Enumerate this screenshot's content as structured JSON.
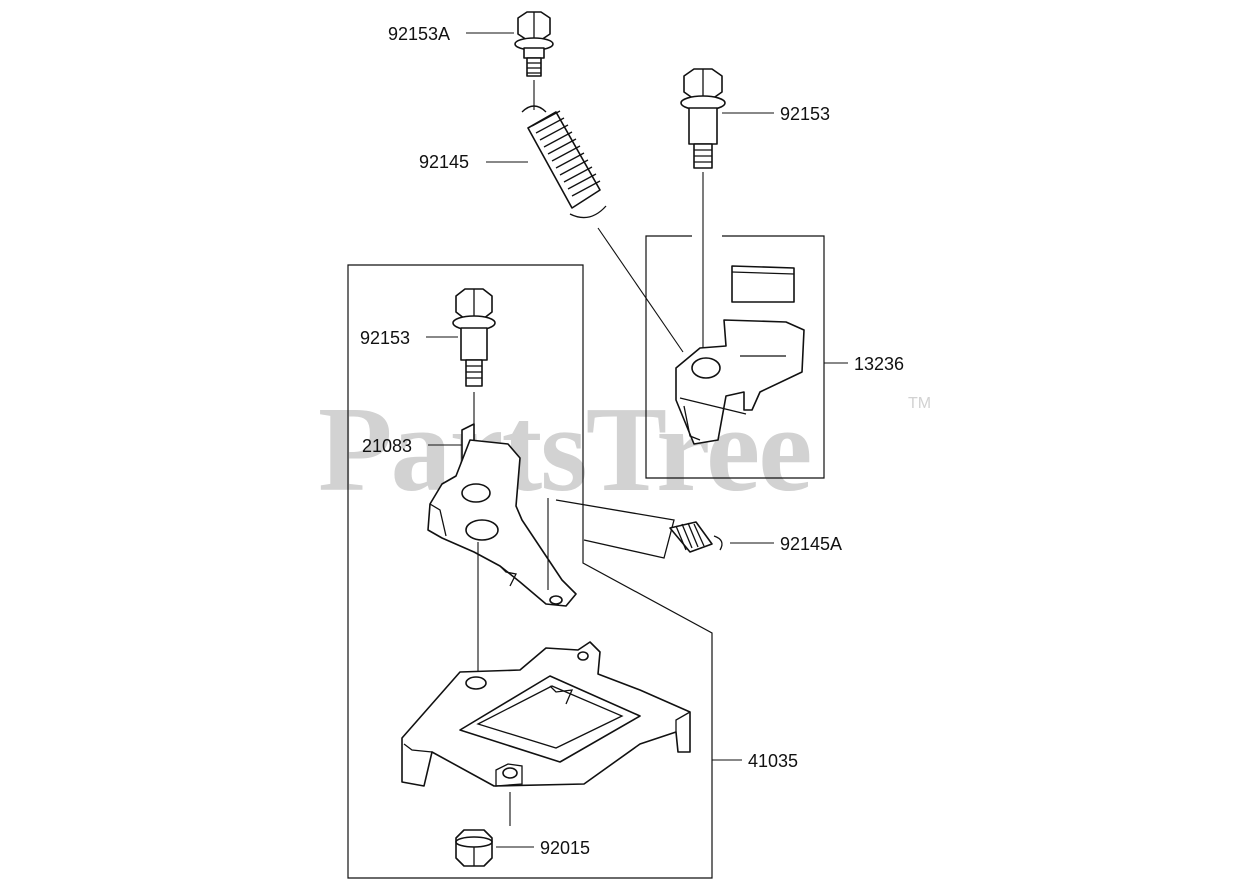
{
  "watermark": {
    "text": "PartsTree",
    "trademark": "TM",
    "color": "#d2d2d2"
  },
  "callouts": {
    "bolt_top": "92153A",
    "spring_large": "92145",
    "bolt_right": "92153",
    "lever_assembly": "13236",
    "bolt_left": "92153",
    "spacer": "21083",
    "spring_small": "92145A",
    "bracket": "41035",
    "nut": "92015"
  }
}
